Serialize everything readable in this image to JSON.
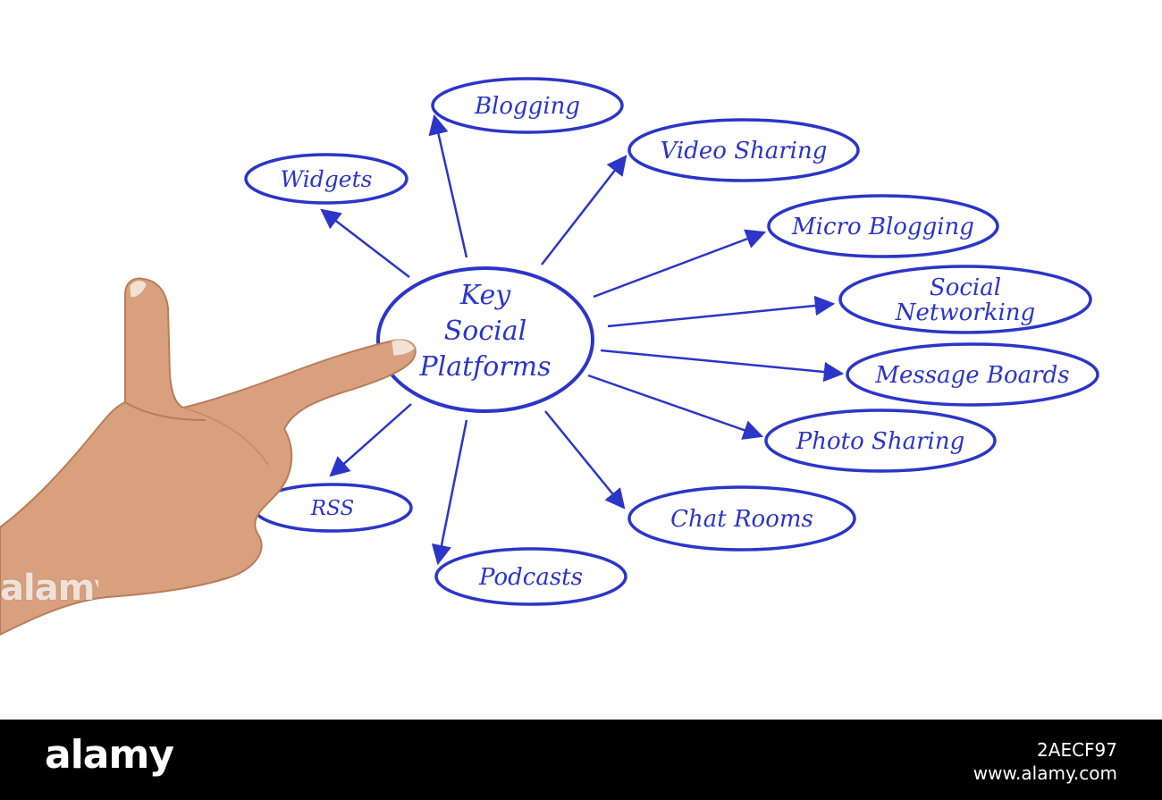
{
  "diagram": {
    "accent_color": "#2b35c8",
    "center": "Key Social Platforms",
    "center_lines": [
      "Key",
      "Social",
      "Platforms"
    ],
    "nodes": [
      {
        "id": "blogging",
        "lines": [
          "Blogging"
        ]
      },
      {
        "id": "video-sharing",
        "lines": [
          "Video Sharing"
        ]
      },
      {
        "id": "widgets",
        "lines": [
          "Widgets"
        ]
      },
      {
        "id": "micro-blogging",
        "lines": [
          "Micro Blogging"
        ]
      },
      {
        "id": "social-networking",
        "lines": [
          "Social",
          "Networking"
        ]
      },
      {
        "id": "message-boards",
        "lines": [
          "Message Boards"
        ]
      },
      {
        "id": "photo-sharing",
        "lines": [
          "Photo Sharing"
        ]
      },
      {
        "id": "chat-rooms",
        "lines": [
          "Chat Rooms"
        ]
      },
      {
        "id": "rss",
        "lines": [
          "RSS"
        ]
      },
      {
        "id": "podcasts",
        "lines": [
          "Podcasts"
        ]
      }
    ]
  },
  "watermark": "alamy",
  "footer": {
    "brand": "alamy",
    "image_id": "2AECF97",
    "site": "www.alamy.com"
  }
}
